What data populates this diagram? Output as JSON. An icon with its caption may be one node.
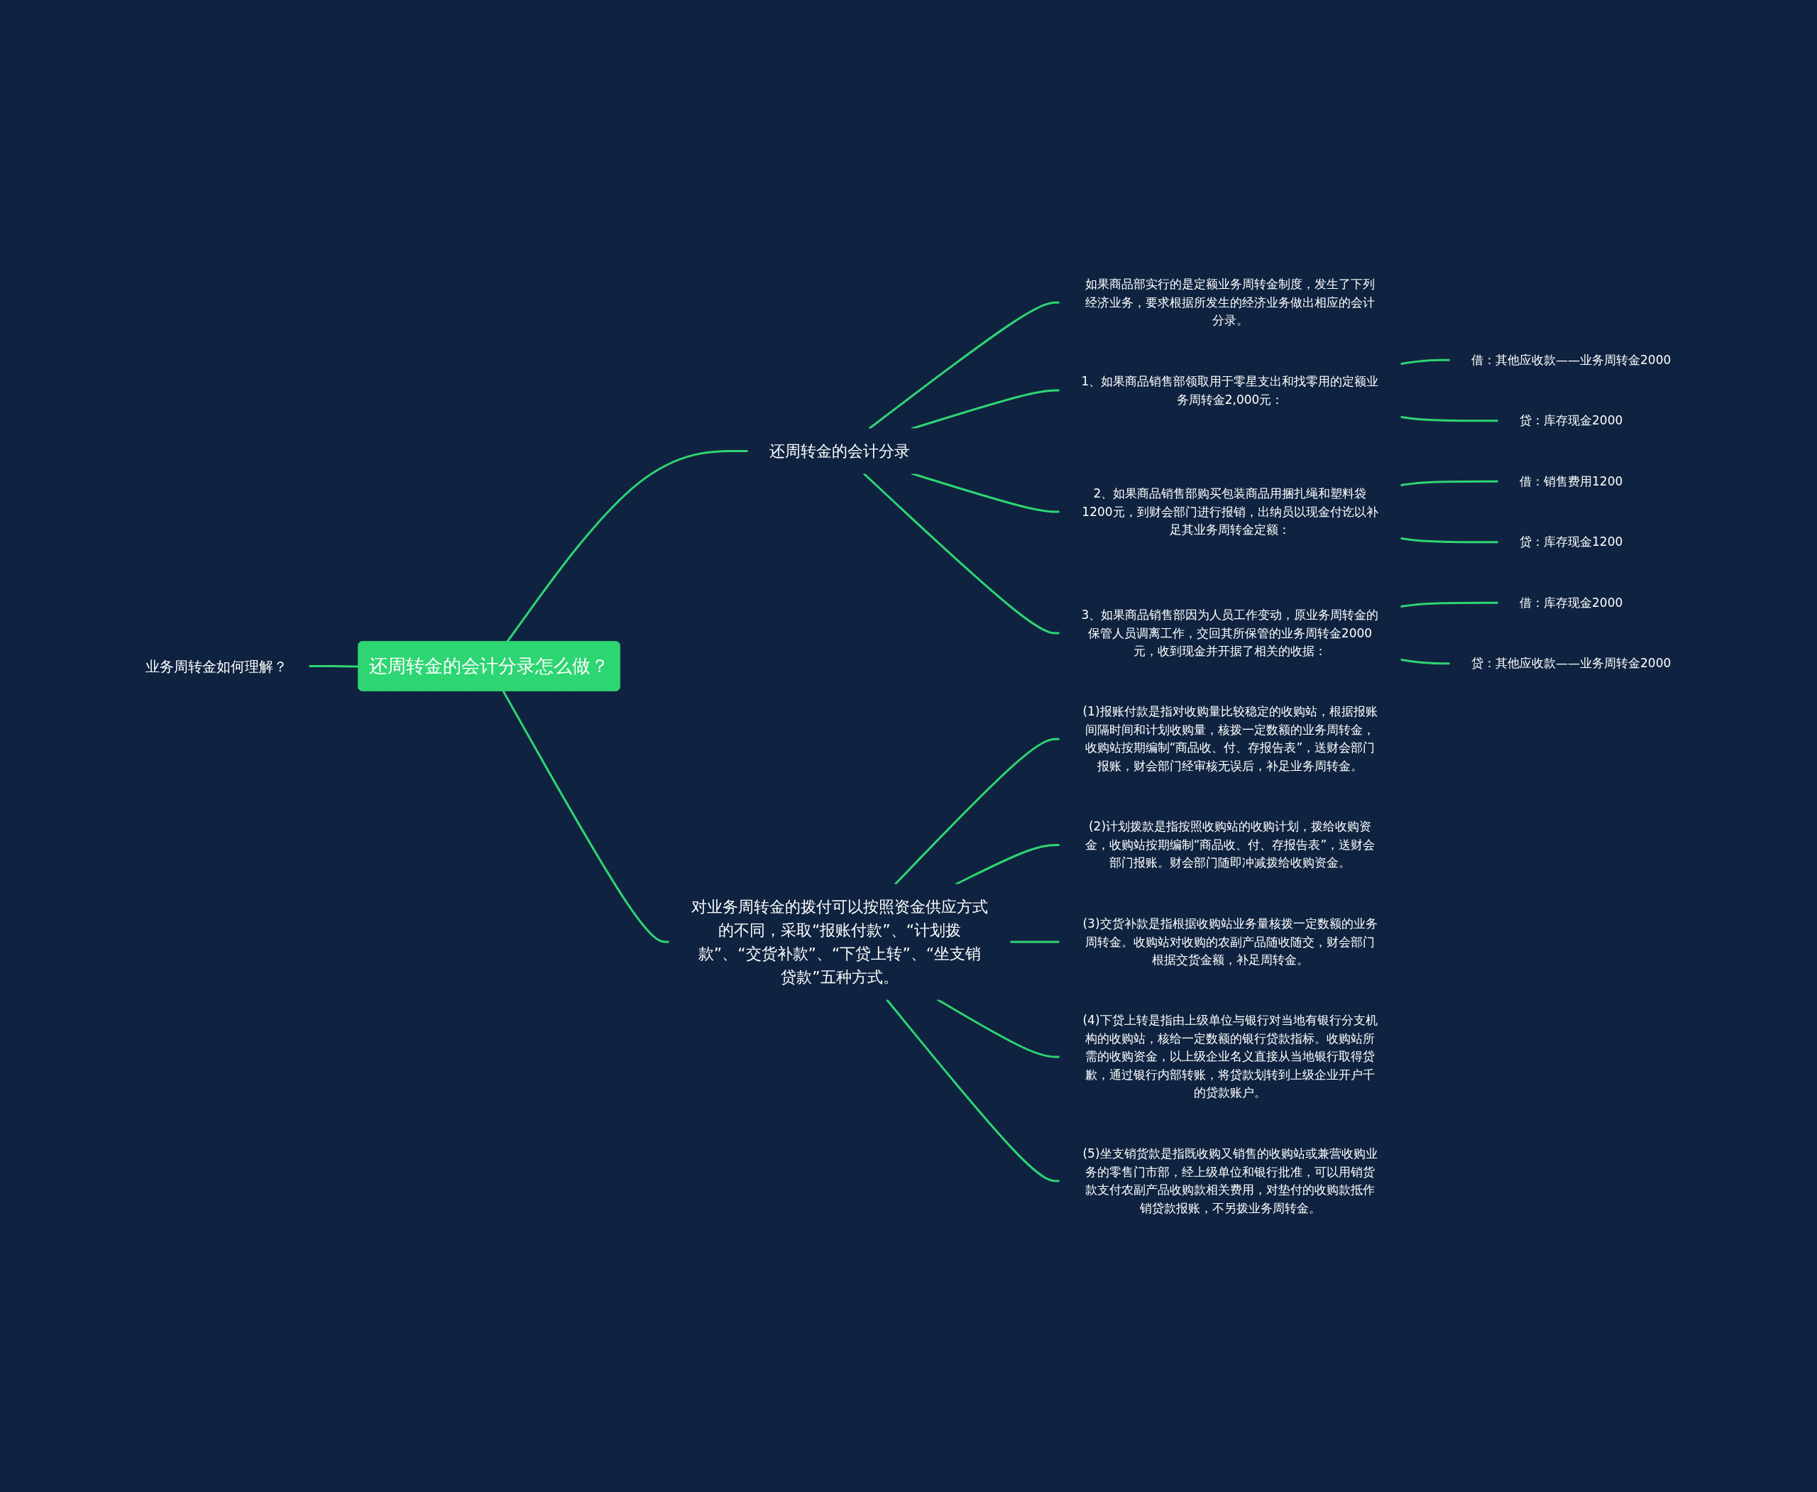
{
  "diagram": {
    "nodes": [
      {
        "text": [
          "业务周转金如何理解？"
        ]
      },
      {
        "text": [
          "还周转金的会计分录怎么做？"
        ]
      },
      {
        "text": [
          "还周转金的会计分录"
        ]
      },
      {
        "text": [
          "如果商品部实行的是定额业务周转金制度，发生了下列经济业务，要求根据所发生的经济业务做出相应的会计分录。"
        ]
      },
      {
        "text": [
          "1、如果商品销售部领取用于零星支出和找零用的定额业务周转金2,000元："
        ]
      },
      {
        "text": [
          "借：其他应收款——业务周转金2000"
        ]
      },
      {
        "text": [
          "贷：库存现金2000"
        ]
      },
      {
        "text": [
          "2、如果商品销售部购买包装商品用捆扎绳和塑料袋1200元，到财会部门进行报销，出纳员以现金付讫以补足其业务周转金定额："
        ]
      },
      {
        "text": [
          "借：销售费用1200"
        ]
      },
      {
        "text": [
          "贷：库存现金1200"
        ]
      },
      {
        "text": [
          "3、如果商品销售部因为人员工作变动，原业务周转金的保管人员调离工作，交回其所保管的业务周转金2000元，收到现金并开据了相关的收据："
        ]
      },
      {
        "text": [
          "借：库存现金2000"
        ]
      },
      {
        "text": [
          "贷：其他应收款——业务周转金2000"
        ]
      },
      {
        "text": [
          "对业务周转金的拨付可以按照资金供应方式的不同，采取“报账付款”、“计划拨款”、“交货补款”、“下贷上转”、“坐支销贷款”五种方式。"
        ]
      },
      {
        "text": [
          "(1)报账付款是指对收购量比较稳定的收购站，根据报账间隔时间和计划收购量，核拨一定数额的业务周转金，收购站按期编制“商品收、付、存报告表”，送财会部门报账，财会部门经审核无误后，补足业务周转金。"
        ]
      },
      {
        "text": [
          "(2)计划拨款是指按照收购站的收购计划，拨给收购资金，收购站按期编制“商品收、付、存报告表”，送财会部门报账。财会部门随即冲减拨给收购资金。"
        ]
      },
      {
        "text": [
          "(3)交货补款是指根据收购站业务量核拨一定数额的业务周转金。收购站对收购的农副产品随收随交，财会部门根据交货金额，补足周转金。"
        ]
      },
      {
        "text": [
          "(4)下贷上转是指由上级单位与银行对当地有银行分支机构的收购站，核给一定数额的银行贷款指标。收购站所需的收购资金，以上级企业名义直接从当地银行取得贷歉，通过银行内部转账，将贷款划转到上级企业开户千的贷款账户。"
        ]
      },
      {
        "text": [
          "(5)坐支销货款是指既收购又销售的收购站或兼营收购业务的零售门市部，经上级单位和银行批准，可以用销货款支付农副产品收购款相关费用，对垫付的收购款抵作销贷款报账，不另拨业务周转金。"
        ]
      }
    ],
    "edges": [
      {
        "from": 0,
        "to": 1,
        "arrow": "none"
      },
      {
        "from": 1,
        "to": 2,
        "arrow": "none"
      },
      {
        "from": 1,
        "to": 13,
        "arrow": "none"
      },
      {
        "from": 2,
        "to": 3,
        "arrow": "none"
      },
      {
        "from": 2,
        "to": 4,
        "arrow": "none"
      },
      {
        "from": 2,
        "to": 7,
        "arrow": "none"
      },
      {
        "from": 2,
        "to": 10,
        "arrow": "none"
      },
      {
        "from": 4,
        "to": 5,
        "arrow": "none"
      },
      {
        "from": 4,
        "to": 6,
        "arrow": "none"
      },
      {
        "from": 7,
        "to": 8,
        "arrow": "none"
      },
      {
        "from": 7,
        "to": 9,
        "arrow": "none"
      },
      {
        "from": 10,
        "to": 11,
        "arrow": "none"
      },
      {
        "from": 10,
        "to": 12,
        "arrow": "none"
      },
      {
        "from": 13,
        "to": 14,
        "arrow": "none"
      },
      {
        "from": 13,
        "to": 15,
        "arrow": "none"
      },
      {
        "from": 13,
        "to": 16,
        "arrow": "none"
      },
      {
        "from": 13,
        "to": 17,
        "arrow": "none"
      },
      {
        "from": 13,
        "to": 18,
        "arrow": "none"
      }
    ]
  }
}
